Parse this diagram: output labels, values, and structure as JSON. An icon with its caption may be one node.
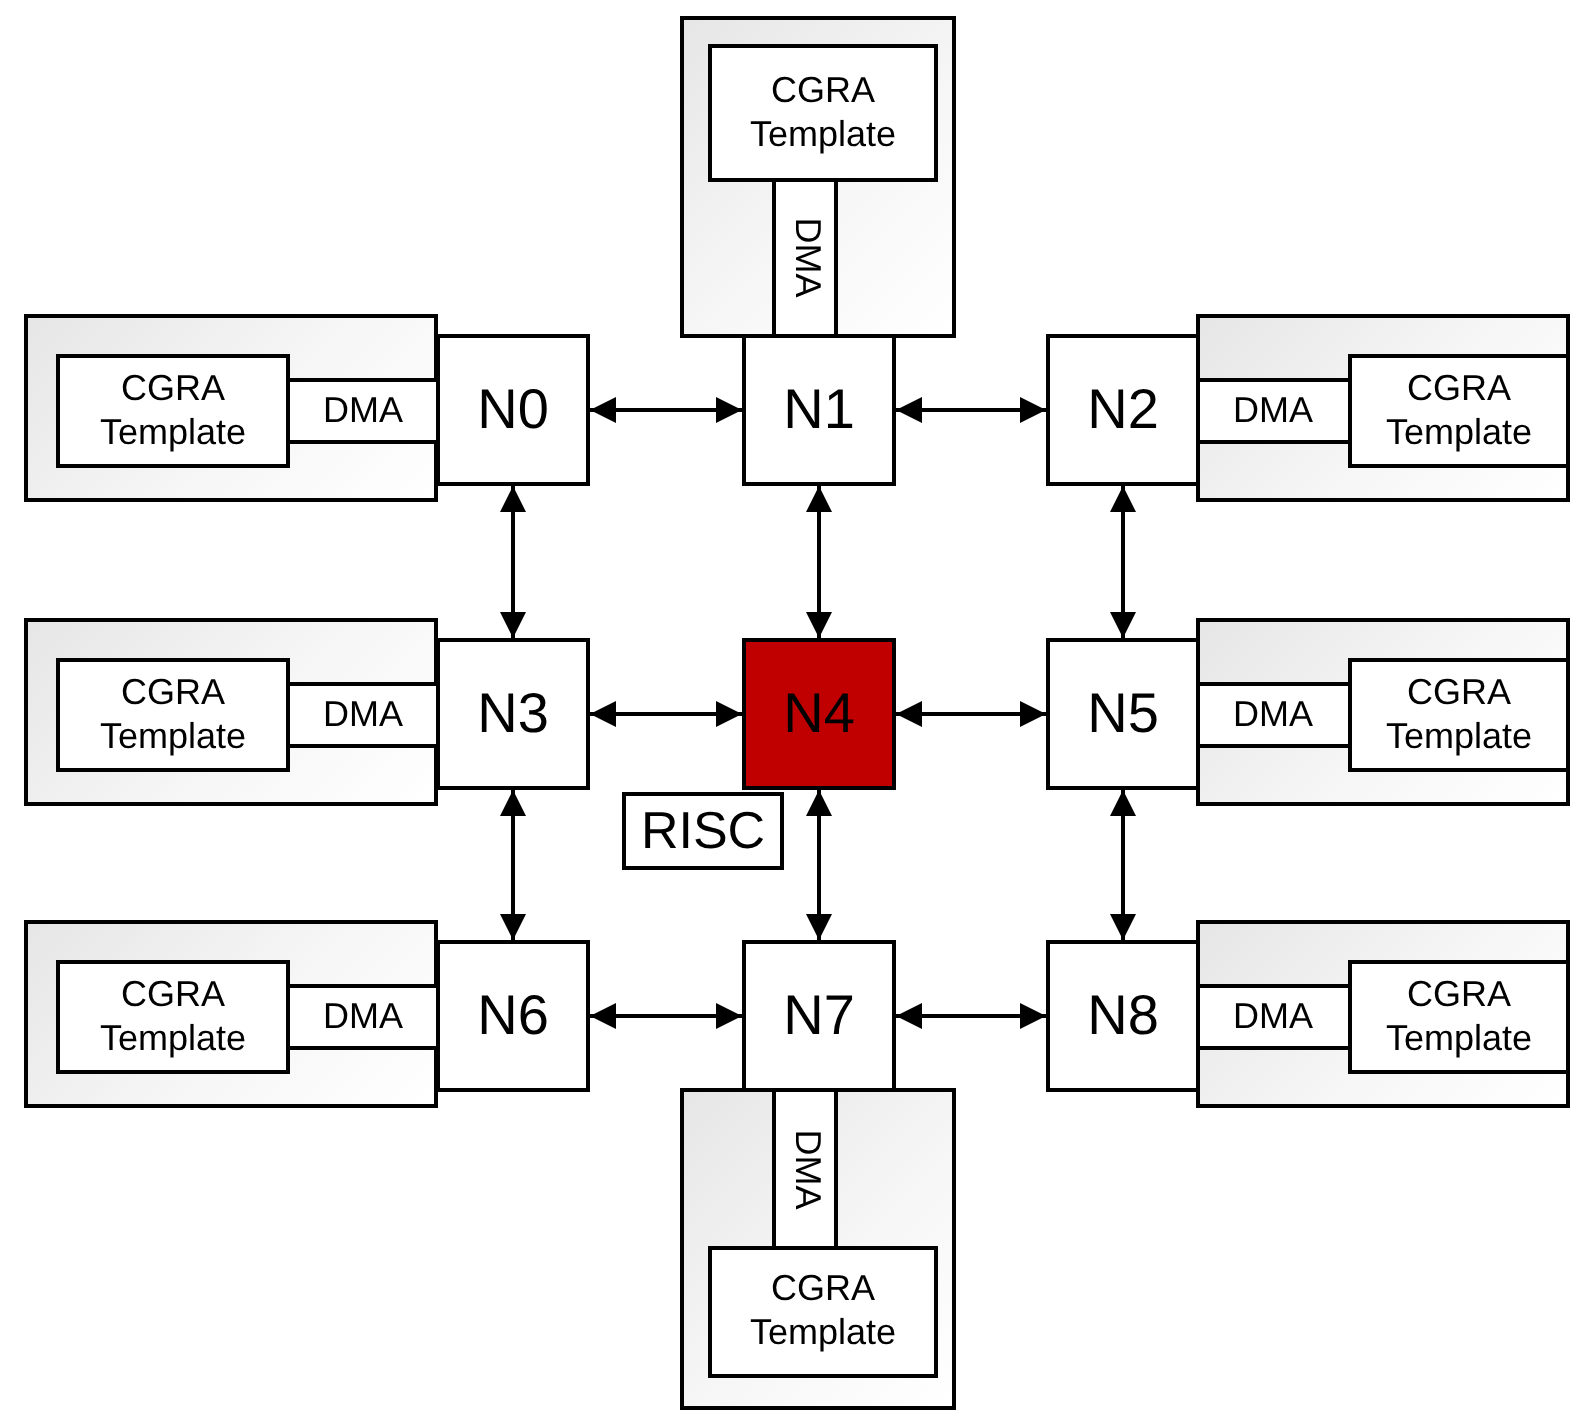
{
  "diagram": {
    "nodes": [
      {
        "text": [
          "N0"
        ]
      },
      {
        "text": [
          "N1"
        ]
      },
      {
        "text": [
          "N2"
        ]
      },
      {
        "text": [
          "N3"
        ]
      },
      {
        "text": [
          "N4"
        ]
      },
      {
        "text": [
          "N5"
        ]
      },
      {
        "text": [
          "N6"
        ]
      },
      {
        "text": [
          "N7"
        ]
      },
      {
        "text": [
          "N8"
        ]
      },
      {
        "text": [
          "RISC"
        ]
      },
      {
        "text": [],
        "shape": "box"
      },
      {
        "text": [
          "CGRA Template"
        ],
        "in": 10
      },
      {
        "text": [
          "DMA"
        ],
        "in": 10
      },
      {
        "text": [],
        "shape": "box"
      },
      {
        "text": [
          "CGRA Template"
        ],
        "in": 13
      },
      {
        "text": [
          "DMA"
        ],
        "in": 13
      },
      {
        "text": [],
        "shape": "box"
      },
      {
        "text": [
          "CGRA Template"
        ],
        "in": 16
      },
      {
        "text": [
          "DMA"
        ],
        "in": 16
      },
      {
        "text": [],
        "shape": "box"
      },
      {
        "text": [
          "CGRA Template"
        ],
        "in": 19
      },
      {
        "text": [
          "DMA"
        ],
        "in": 19
      },
      {
        "text": [],
        "shape": "box"
      },
      {
        "text": [
          "CGRA Template"
        ],
        "in": 22
      },
      {
        "text": [
          "DMA"
        ],
        "in": 22
      },
      {
        "text": [],
        "shape": "box"
      },
      {
        "text": [
          "CGRA Template"
        ],
        "in": 25
      },
      {
        "text": [
          "DMA"
        ],
        "in": 25
      },
      {
        "text": [],
        "shape": "box"
      },
      {
        "text": [
          "CGRA Template"
        ],
        "in": 28
      },
      {
        "text": [
          "DMA"
        ],
        "in": 28
      },
      {
        "text": [],
        "shape": "box"
      },
      {
        "text": [
          "CGRA Template"
        ],
        "in": 31
      },
      {
        "text": [
          "DMA"
        ],
        "in": 31
      }
    ],
    "edges": [
      {
        "from": 0,
        "to": 1,
        "arrow": "both"
      },
      {
        "from": 1,
        "to": 2,
        "arrow": "both"
      },
      {
        "from": 0,
        "to": 3,
        "arrow": "both"
      },
      {
        "from": 1,
        "to": 4,
        "arrow": "both"
      },
      {
        "from": 2,
        "to": 5,
        "arrow": "both"
      },
      {
        "from": 3,
        "to": 4,
        "arrow": "both"
      },
      {
        "from": 4,
        "to": 5,
        "arrow": "both"
      },
      {
        "from": 3,
        "to": 6,
        "arrow": "both"
      },
      {
        "from": 4,
        "to": 7,
        "arrow": "both"
      },
      {
        "from": 5,
        "to": 8,
        "arrow": "both"
      },
      {
        "from": 6,
        "to": 7,
        "arrow": "both"
      },
      {
        "from": 7,
        "to": 8,
        "arrow": "both"
      }
    ]
  }
}
